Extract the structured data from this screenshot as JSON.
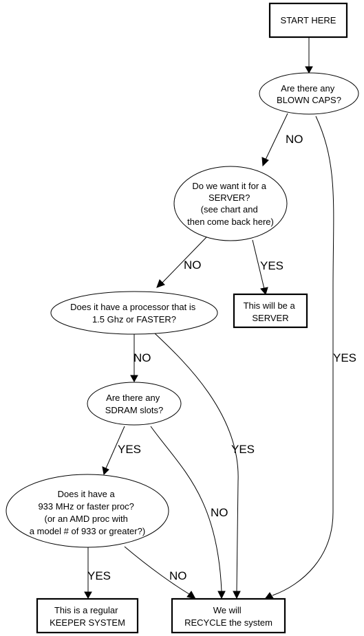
{
  "nodes": {
    "start": {
      "lines": [
        "START HERE"
      ]
    },
    "blown_caps": {
      "lines": [
        "Are there any",
        "BLOWN CAPS?"
      ]
    },
    "server_q": {
      "lines": [
        "Do we want it for a",
        "SERVER?",
        "(see chart and",
        "then come back here)"
      ]
    },
    "server_result": {
      "lines": [
        "This will be a",
        "SERVER"
      ]
    },
    "processor_q": {
      "lines": [
        "Does it have a processor that is",
        "1.5 Ghz or FASTER?"
      ]
    },
    "sdram_q": {
      "lines": [
        "Are there any",
        "SDRAM slots?"
      ]
    },
    "proc933_q": {
      "lines": [
        "Does it have a",
        "933 MHz or faster proc?",
        "(or an AMD proc with",
        "a model # of 933 or greater?)"
      ]
    },
    "keeper": {
      "lines": [
        "This is a regular",
        "KEEPER SYSTEM"
      ]
    },
    "recycle": {
      "lines": [
        "We will",
        "RECYCLE the system"
      ]
    }
  },
  "edges": {
    "caps_no": "NO",
    "caps_yes": "YES",
    "server_no": "NO",
    "server_yes": "YES",
    "proc_no": "NO",
    "proc_yes": "YES",
    "sdram_yes": "YES",
    "sdram_no": "NO",
    "proc933_yes": "YES",
    "proc933_no": "NO"
  }
}
